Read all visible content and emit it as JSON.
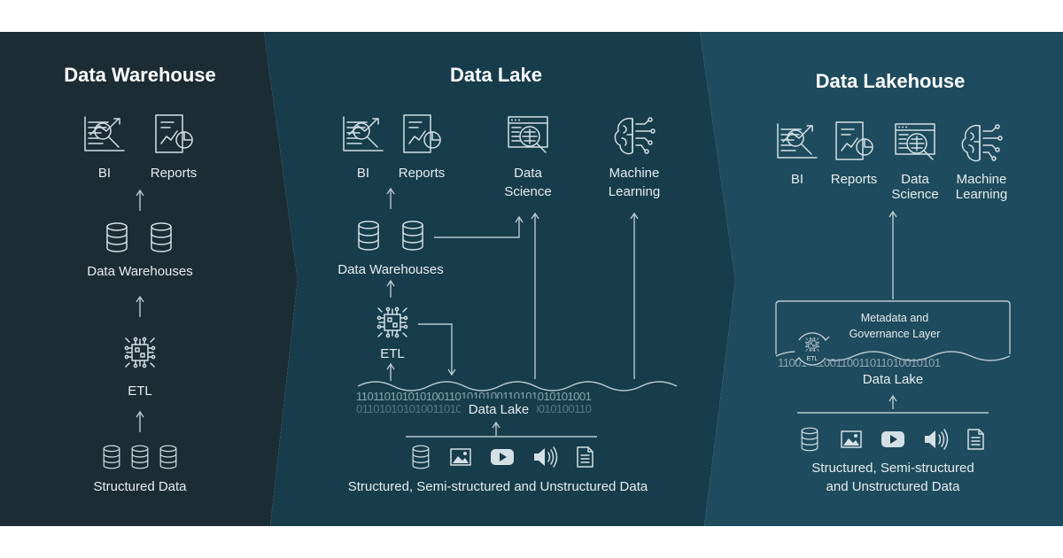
{
  "warehouse": {
    "title": "Data Warehouse",
    "bi": "BI",
    "reports": "Reports",
    "data_warehouses": "Data Warehouses",
    "etl": "ETL",
    "source": "Structured Data"
  },
  "lake": {
    "title": "Data Lake",
    "bi": "BI",
    "reports": "Reports",
    "data_science_1": "Data",
    "data_science_2": "Science",
    "ml_1": "Machine",
    "ml_2": "Learning",
    "data_warehouses": "Data Warehouses",
    "etl": "ETL",
    "data_lake": "Data Lake",
    "source": "Structured, Semi-structured and Unstructured Data"
  },
  "lakehouse": {
    "title": "Data Lakehouse",
    "bi": "BI",
    "reports": "Reports",
    "data_science_1": "Data",
    "data_science_2": "Science",
    "ml_1": "Machine",
    "ml_2": "Learning",
    "metadata_1": "Metadata and",
    "metadata_2": "Governance Layer",
    "etl": "ETL",
    "data_lake": "Data Lake",
    "source_1": "Structured, Semi-structured",
    "source_2": "and Unstructured Data"
  },
  "colors": {
    "panel_warehouse": "#1c2c35",
    "panel_lake": "#173c4b",
    "panel_lakehouse": "#1e4b5d",
    "icon": "#d4e0e6"
  }
}
